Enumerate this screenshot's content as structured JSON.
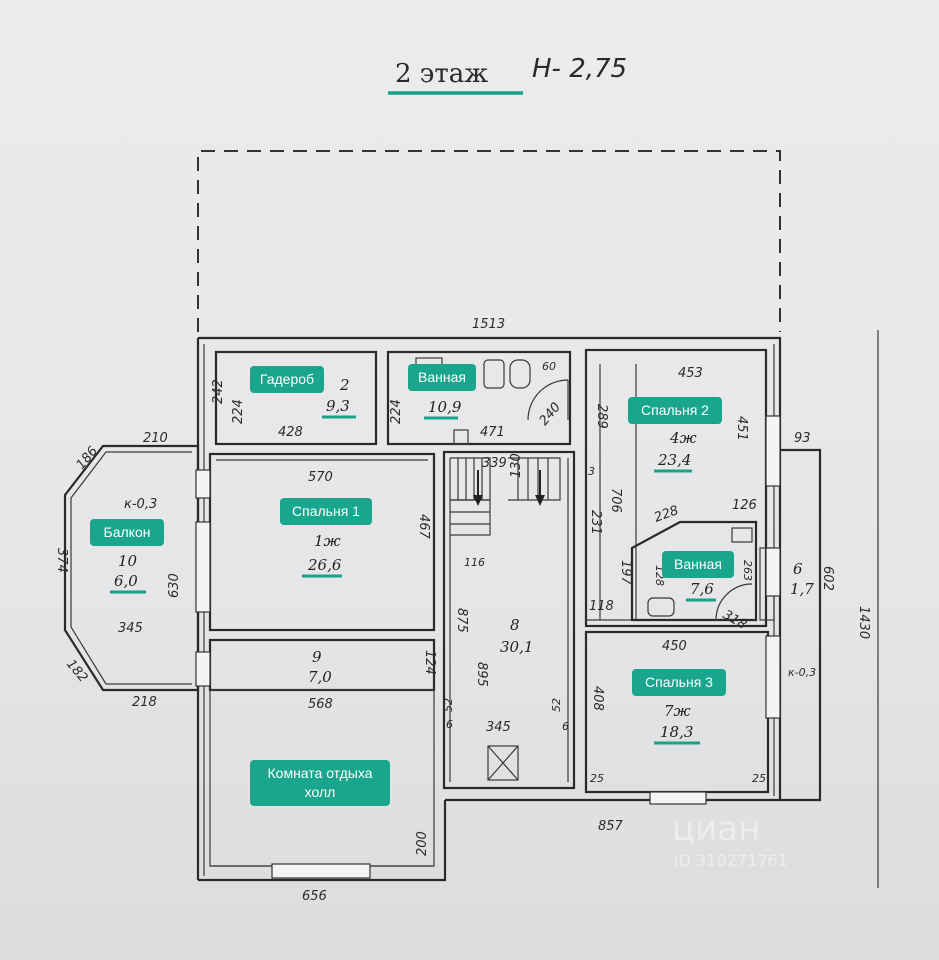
{
  "title": {
    "floor": "2 этаж",
    "height": "Н- 2,75"
  },
  "rooms": {
    "garderob": {
      "label": "Гадероб",
      "number": "2",
      "area": "9,3"
    },
    "bath1": {
      "label": "Ванная",
      "number": "",
      "area": "10,9"
    },
    "bedroom2": {
      "label": "Спальня 2",
      "number": "4ж",
      "area": "23,4"
    },
    "balcony": {
      "label": "Балкон",
      "number": "10",
      "area": "6,0",
      "coef": "к-0,3"
    },
    "bedroom1": {
      "label": "Спальня 1",
      "number": "1ж",
      "area": "26,6"
    },
    "bath2": {
      "label": "Ванная",
      "number": "",
      "area": "7,6"
    },
    "room6": {
      "number": "6",
      "area": "1,7"
    },
    "room9": {
      "number": "9",
      "area": "7,0"
    },
    "hall": {
      "number": "8",
      "area": "30,1"
    },
    "bedroom3": {
      "label": "Спальня 3",
      "number": "7ж",
      "area": "18,3"
    },
    "rest": {
      "label": "Комната отдыха",
      "label2": "холл"
    }
  },
  "dims": {
    "d1513": "1513",
    "d453": "453",
    "d93": "93",
    "d1430": "1430",
    "d602": "602",
    "d242": "242",
    "d224a": "224",
    "d224b": "224",
    "d428": "428",
    "d471": "471",
    "d240": "240",
    "d60": "60",
    "d289": "289",
    "d451": "451",
    "d210": "210",
    "d186": "186",
    "d374": "374",
    "d630": "630",
    "d345a": "345",
    "d182": "182",
    "d218": "218",
    "d570": "570",
    "d467": "467",
    "d339": "339",
    "d130": "130",
    "d706": "706",
    "d231": "231",
    "d126": "126",
    "d228": "228",
    "d118": "118",
    "d197": "197",
    "d128": "128",
    "d263": "263",
    "d318": "318",
    "d450": "450",
    "k03": "к-0,3",
    "d568": "568",
    "d124": "124",
    "d875": "875",
    "d895": "895",
    "d408": "408",
    "d345b": "345",
    "d857": "857",
    "d200": "200",
    "d656": "656",
    "d116": "116",
    "d6a": "6",
    "d6b": "6",
    "d52a": "52",
    "d52b": "52",
    "d25a": "25",
    "d25b": "25",
    "d3": "3"
  },
  "watermark": {
    "brand": "циан",
    "id": "ID 310271761"
  },
  "colors": {
    "accent": "#1aa68c",
    "ink": "#2a2a2a",
    "paper": "#e9e9ea"
  }
}
